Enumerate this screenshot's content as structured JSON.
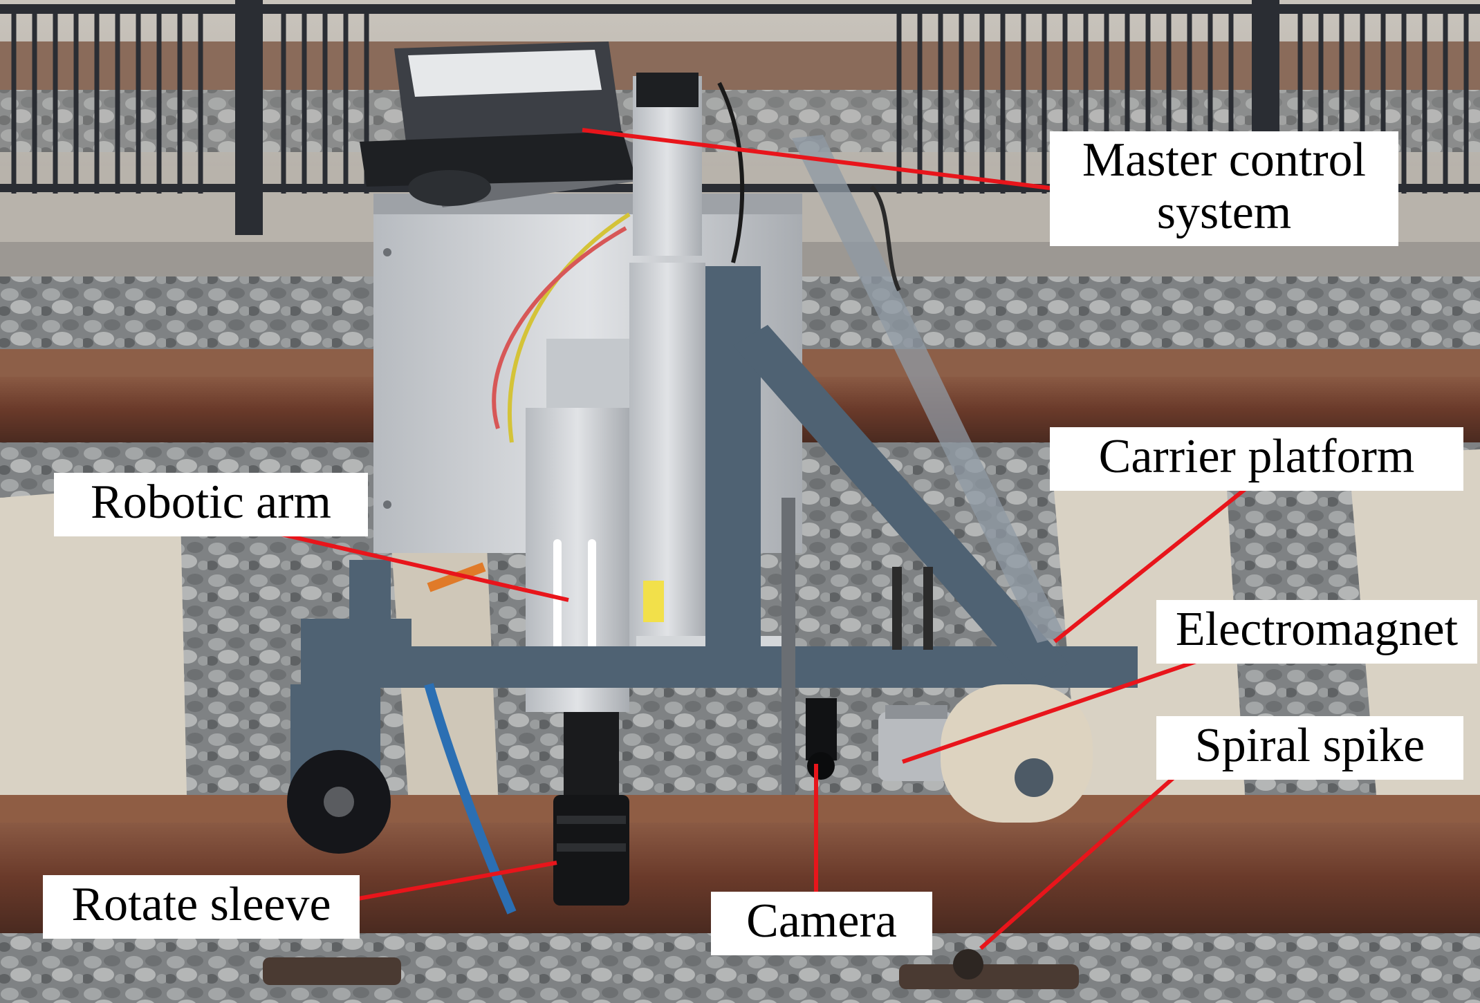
{
  "figure": {
    "labels": {
      "master_control_line1": "Master control",
      "master_control_line2": "system",
      "robotic_arm": "Robotic arm",
      "carrier_platform": "Carrier platform",
      "electromagnet": "Electromagnet",
      "spiral_spike": "Spiral spike",
      "rotate_sleeve": "Rotate sleeve",
      "camera": "Camera"
    },
    "colors": {
      "leader_line": "#e8151b",
      "label_background": "#ffffff",
      "label_text": "#000000",
      "frame_steel": "#4f6273",
      "rail_rust": "#6a3a2a",
      "ballast": "#8d8f90",
      "sleeper_concrete": "#d9d2c4",
      "fence": "#2a2d33",
      "aluminum": "#c9ccd0"
    }
  }
}
